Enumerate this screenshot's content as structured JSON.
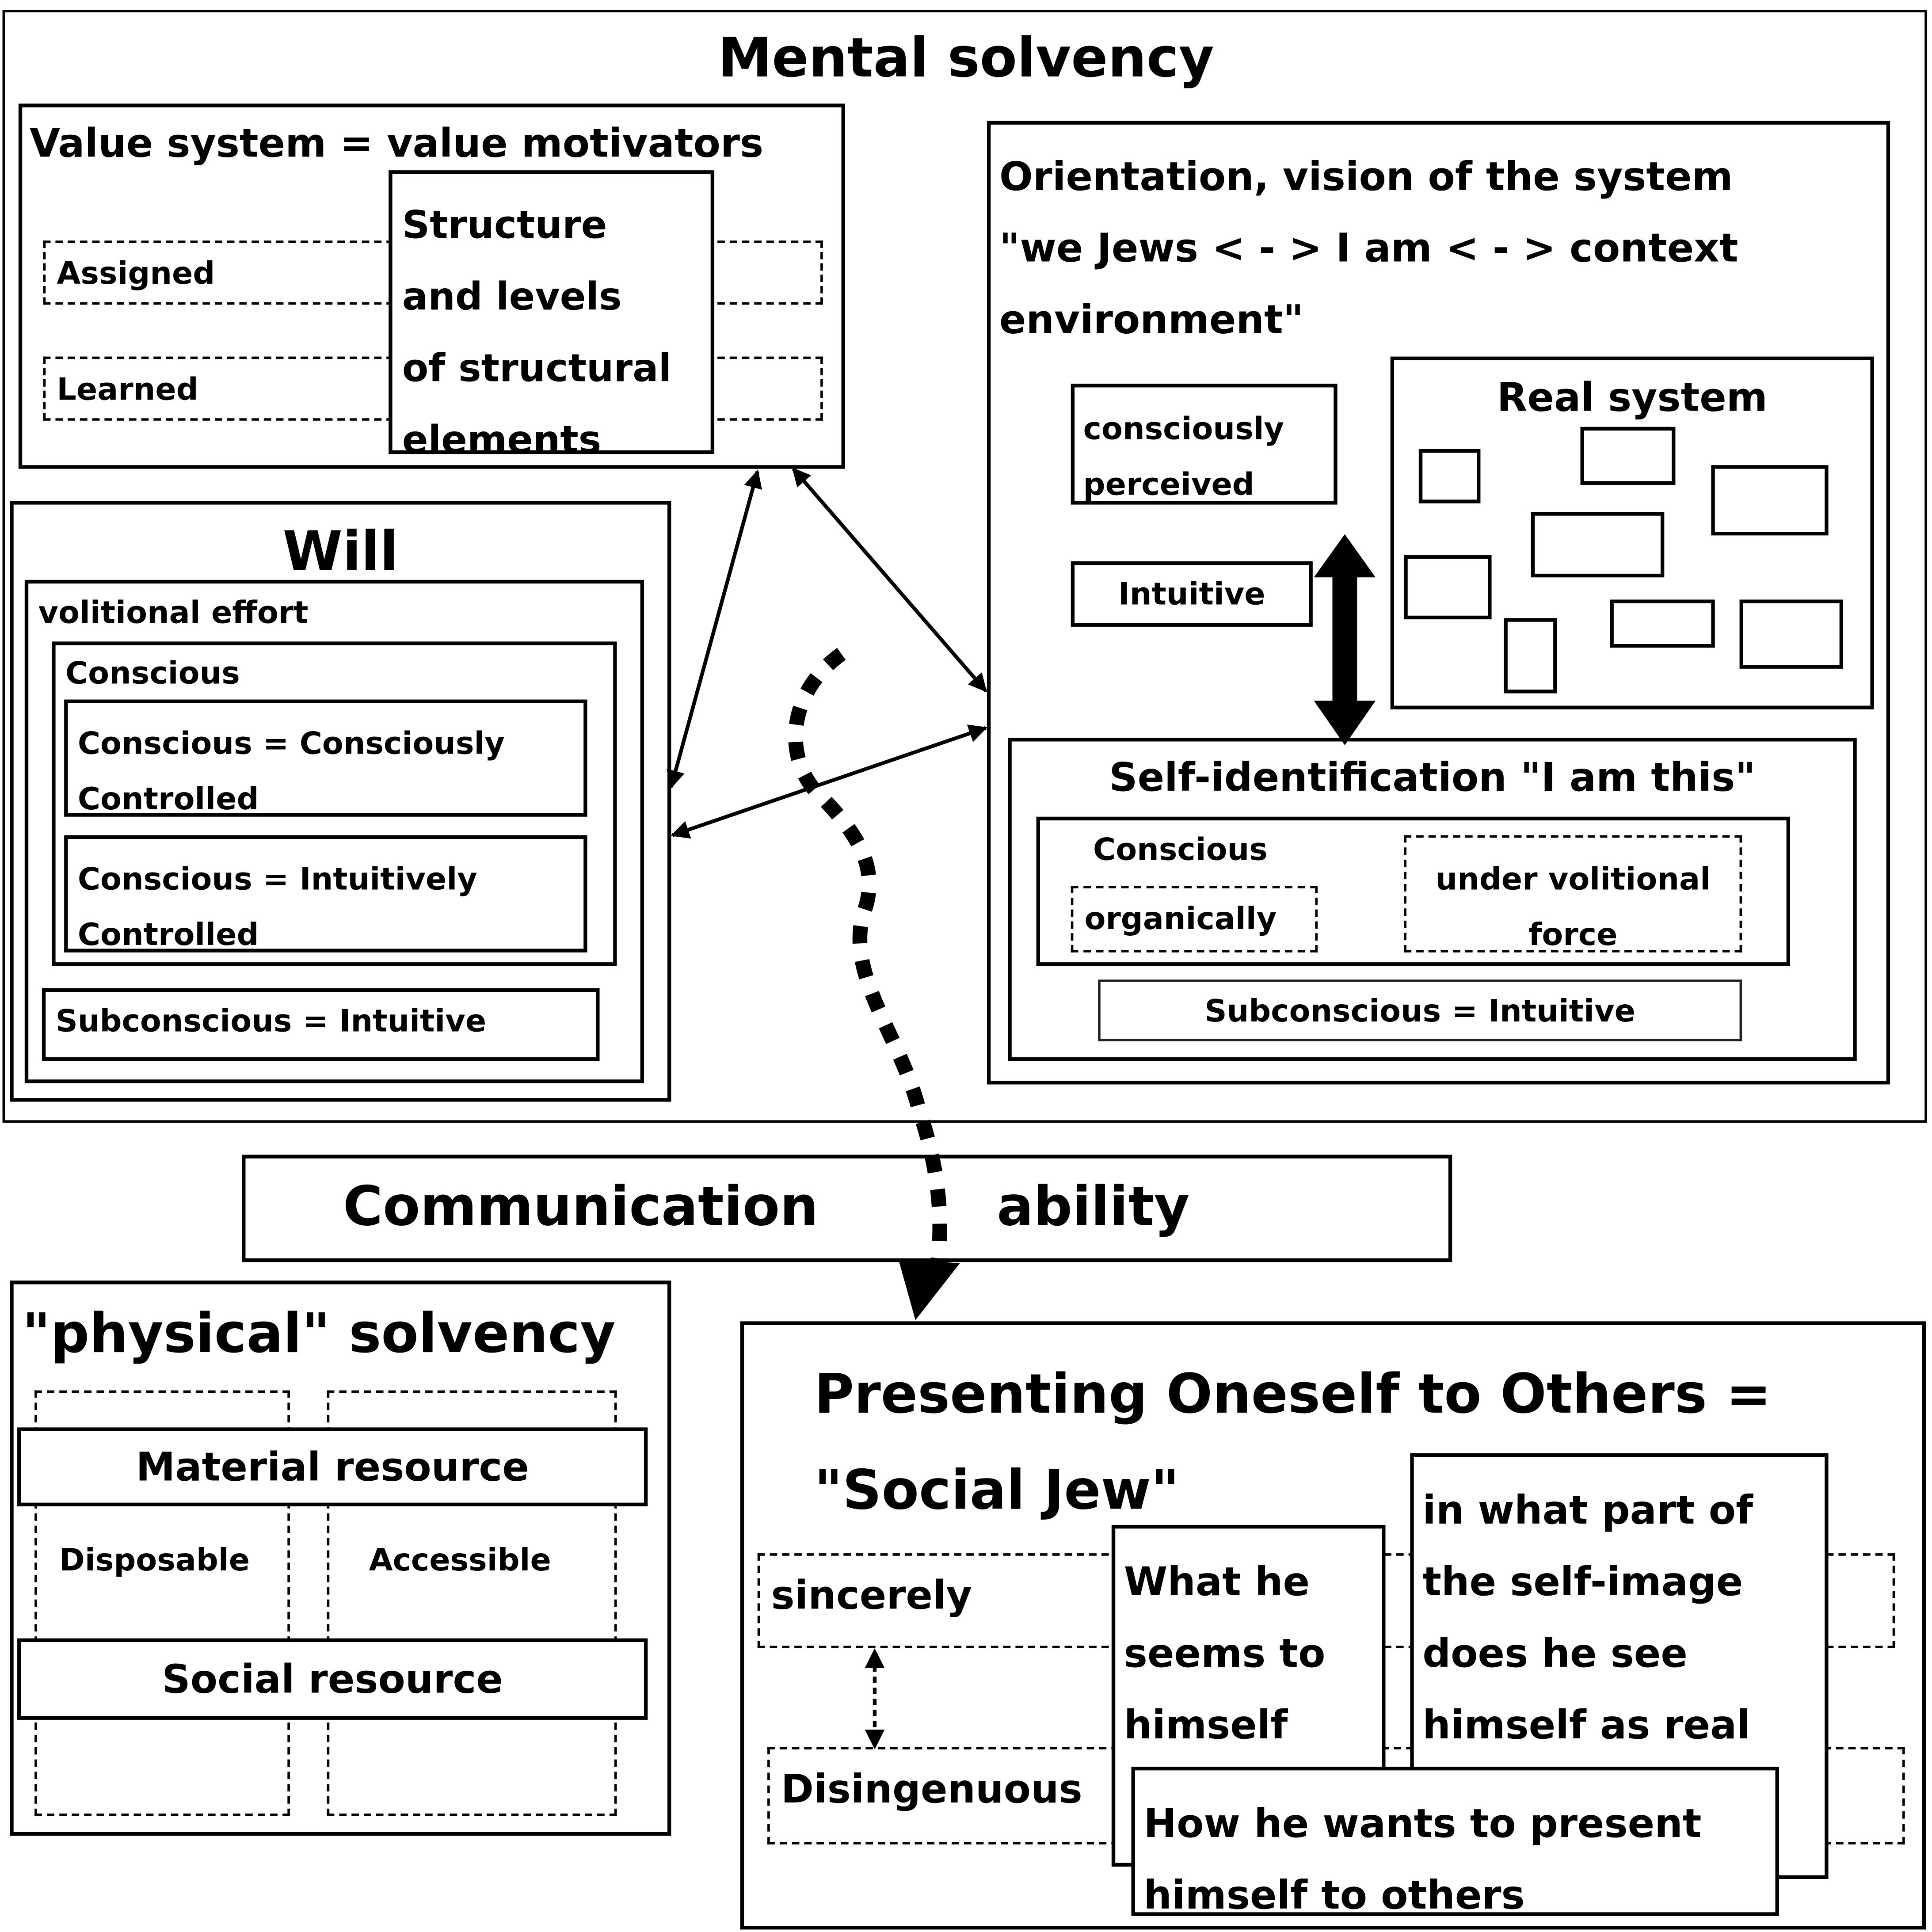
{
  "mental": {
    "title": "Mental solvency",
    "value_system": {
      "title": "Value system = value motivators",
      "assigned": "Assigned",
      "learned": "Learned",
      "structure": "Structure\nand levels\nof structural\nelements"
    },
    "will": {
      "title": "Will",
      "effort": "volitional effort",
      "conscious": "Conscious",
      "conscious_controlled": "Conscious = Consciously\nControlled",
      "conscious_intuitive": "Conscious = Intuitively\nControlled",
      "subconscious": "Subconscious = Intuitive"
    },
    "orientation": {
      "title": "Orientation, vision of the system\n\"we Jews < - > I am < - > context\nenvironment\"",
      "consciously_perceived": "consciously\nperceived",
      "intuitive": "Intuitive",
      "real_system": "Real system",
      "self_id": {
        "title": "Self-identification \"I am this\"",
        "conscious": "Conscious",
        "organically": "organically",
        "volitional": "under volitional\nforce",
        "subconscious": "Subconscious = Intuitive"
      }
    }
  },
  "communication": {
    "left": "Communication",
    "right": "ability"
  },
  "physical": {
    "title": "\"physical\" solvency",
    "material": "Material resource",
    "disposable": "Disposable",
    "accessible": "Accessible",
    "social": "Social resource"
  },
  "presenting": {
    "title": "Presenting Oneself to Others =\n\"Social Jew\"",
    "sincerely": "sincerely",
    "disingenuous": "Disingenuous",
    "seems": "What he\nseems to\nhimself",
    "self_image": "in what part of\nthe self-image\ndoes he see\nhimself as real",
    "wants": "How he wants to present\nhimself to others"
  }
}
